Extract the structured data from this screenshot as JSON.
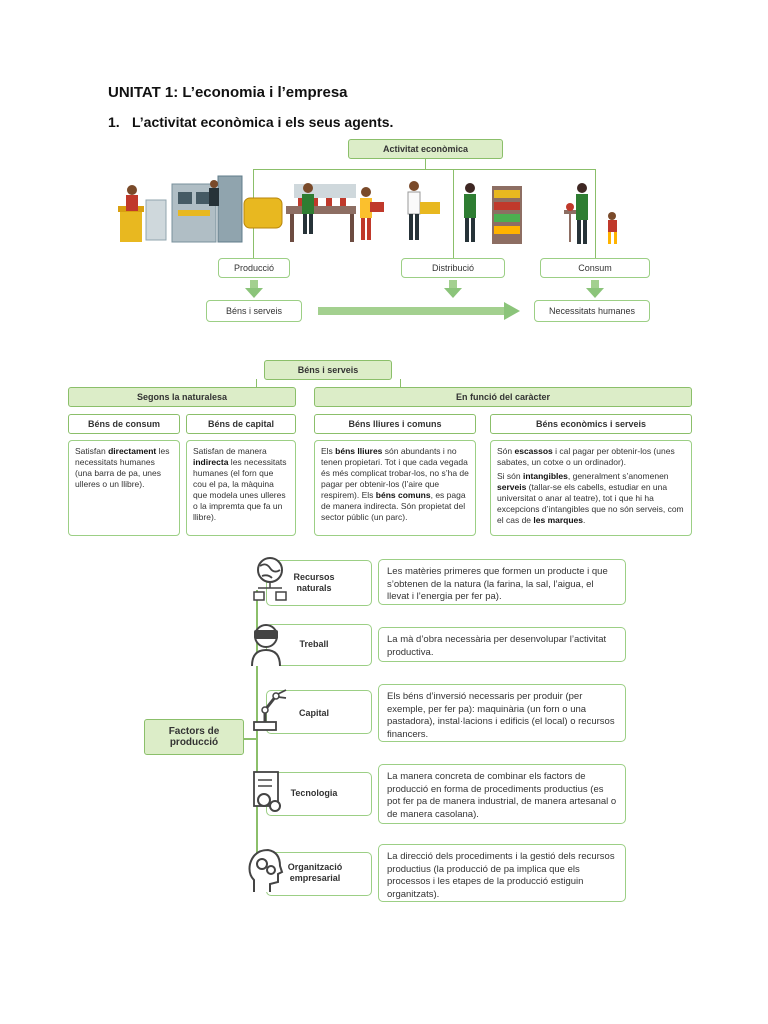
{
  "title": "UNITAT 1: L’economia i l’empresa",
  "section": {
    "number": "1.",
    "title": "L’activitat econòmica i els seus agents."
  },
  "diagram1": {
    "root": "Activitat econòmica",
    "stages": [
      "Producció",
      "Distribució",
      "Consum"
    ],
    "inputs": "Béns i serveis",
    "outputs": "Necessitats humanes"
  },
  "diagram2": {
    "root": "Béns i serveis",
    "groups": [
      "Segons la naturalesa",
      "En funció del caràcter"
    ],
    "types": {
      "consum": {
        "title": "Béns de consum",
        "text": [
          "Satisfan ",
          "directament",
          " les necessitats humanes (una barra de pa, unes ulleres o un llibre)."
        ]
      },
      "capital": {
        "title": "Béns de capital",
        "text": [
          "Satisfan de manera ",
          "indirecta",
          " les necessitats humanes (el forn que cou el pa, la màquina que modela unes ulleres o la impremta que fa un llibre)."
        ]
      },
      "lliures": {
        "title": "Béns lliures i comuns",
        "text": [
          "Els ",
          "béns lliures",
          " són abundants i no tenen propietari. Tot i que cada vegada és més complicat trobar-los, no s’ha de pagar per obtenir-los (l’aire que respirem). Els ",
          "béns comuns",
          ", es paga de manera indirecta. Són propietat del sector públic (un parc)."
        ]
      },
      "economics": {
        "title": "Béns econòmics i serveis",
        "text1": [
          "Són ",
          "escassos",
          " i cal pagar per obtenir-los (unes sabates, un cotxe o un ordinador)."
        ],
        "text2": [
          "Si són ",
          "intangibles",
          ", generalment s’anomenen ",
          "serveis",
          " (tallar-se els cabells, estudiar en una universitat o anar al teatre), tot i que hi ha excepcions d’intangibles que no són serveis, com el cas de ",
          "les marques",
          "."
        ]
      }
    }
  },
  "diagram3": {
    "root": "Factors de producció",
    "factors": [
      {
        "name": "Recursos naturals",
        "icon": "globe-network-icon",
        "text": "Les matèries primeres que formen un producte i que s’obtenen de la natura (la farina, la sal, l’aigua, el llevat i l’energia per fer pa)."
      },
      {
        "name": "Treball",
        "icon": "worker-vr-icon",
        "text": "La mà d’obra necessària per desenvolupar l’activitat productiva."
      },
      {
        "name": "Capital",
        "icon": "robot-arm-icon",
        "text": "Els béns d’inversió necessaris per produir (per exemple, per fer pa): maquinària (un forn o una pastadora), instal·lacions i edificis (el local) o recursos financers."
      },
      {
        "name": "Tecnologia",
        "icon": "document-gears-icon",
        "text": "La manera concreta de combinar els factors de producció en forma de procediments productius (es pot fer pa de manera industrial, de manera artesanal o de manera casolana)."
      },
      {
        "name": "Organització empresarial",
        "icon": "head-gears-icon",
        "text": "La direcció dels procediments i la gestió dels recursos productius (la producció de pa implica que els processos i les etapes de la producció estiguin organitzats)."
      }
    ]
  },
  "colors": {
    "green_fill": "#dcedc8",
    "green_border": "#8bbf6a",
    "arrow": "#a3d08f"
  }
}
